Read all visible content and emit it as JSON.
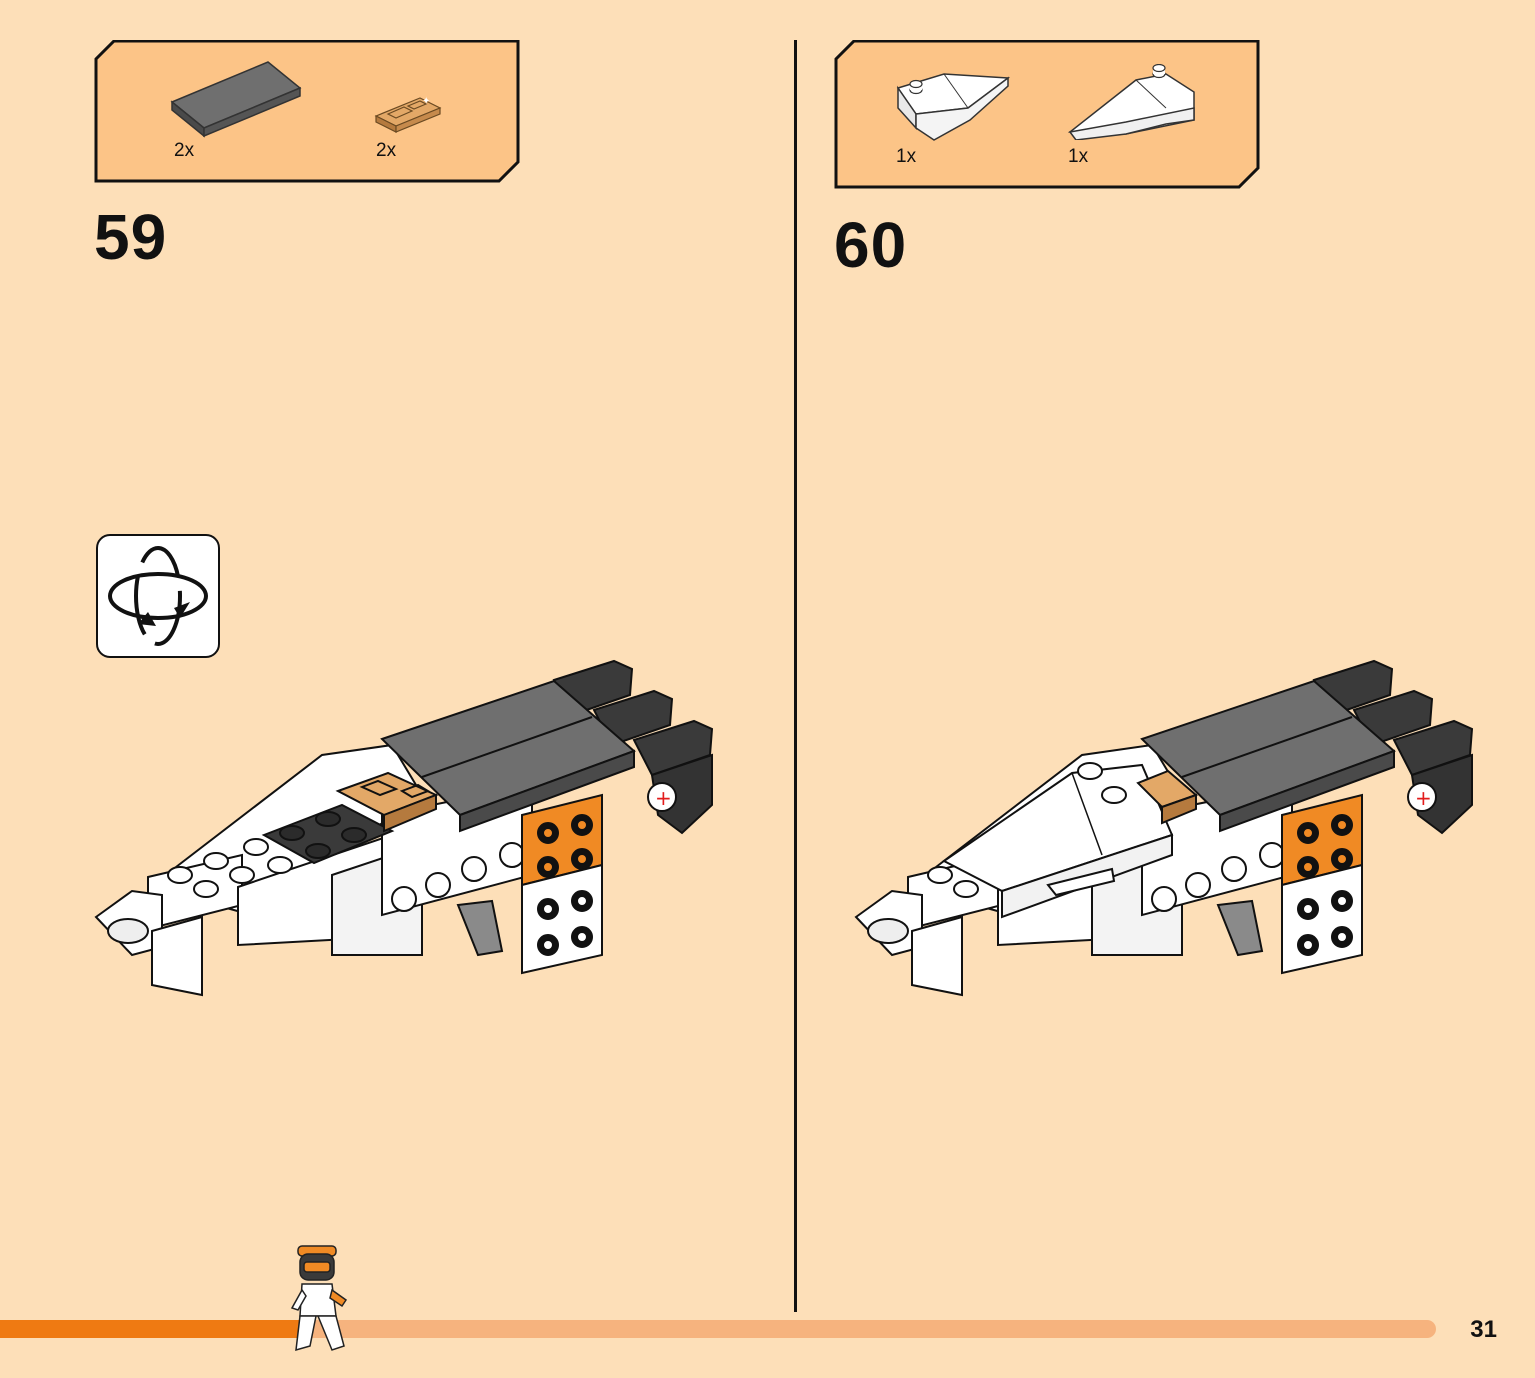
{
  "steps": [
    {
      "number": "59",
      "parts": [
        {
          "qty": "2x",
          "icon": "dark-gray-tile-2x4-icon"
        },
        {
          "qty": "2x",
          "icon": "gold-tile-1x2-icon"
        }
      ]
    },
    {
      "number": "60",
      "parts": [
        {
          "qty": "1x",
          "icon": "white-wedge-left-icon"
        },
        {
          "qty": "1x",
          "icon": "white-wedge-right-icon"
        }
      ]
    }
  ],
  "rotate_hint": {
    "icon": "rotate-model-icon"
  },
  "progress": {
    "fraction": 0.21
  },
  "page_number": "31",
  "colors": {
    "page_bg": "#FDDFB8",
    "parts_box_bg": "#FCC487",
    "progress_fill": "#EF7A12",
    "progress_track": "#F6B37E",
    "brick_white": "#FFFFFF",
    "brick_dark_gray": "#6B6B6B",
    "brick_orange": "#F08A24",
    "brick_gold": "#D9A066",
    "brick_black": "#2B2B2B"
  }
}
